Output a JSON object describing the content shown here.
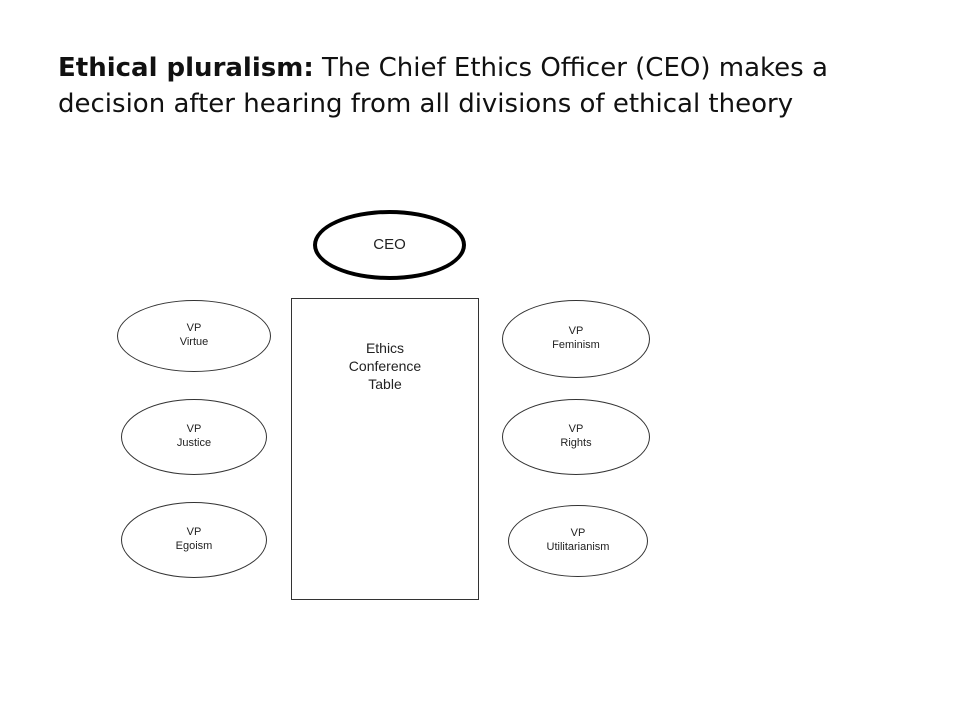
{
  "title": {
    "bold": "Ethical pluralism:",
    "rest": " The Chief Ethics Officer (CEO) makes a decision after hearing from all divisions of ethical theory"
  },
  "diagram": {
    "ceo": "CEO",
    "table": "Ethics\nConference\nTable",
    "vp_virtue": "VP\nVirtue",
    "vp_justice": "VP\nJustice",
    "vp_egoism": "VP\nEgoism",
    "vp_feminism": "VP\nFeminism",
    "vp_rights": "VP\nRights",
    "vp_utilitarianism": "VP\nUtilitarianism"
  }
}
